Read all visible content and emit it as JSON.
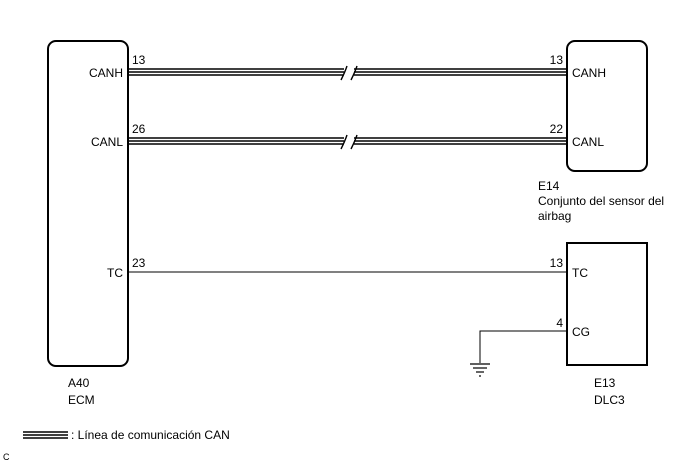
{
  "ecm": {
    "id": "A40",
    "name": "ECM"
  },
  "airbag": {
    "id": "E14",
    "name_line1": "Conjunto del sensor del",
    "name_line2": "airbag"
  },
  "dlc": {
    "id": "E13",
    "name": "DLC3"
  },
  "wires": {
    "canh": {
      "ecm_pin": "13",
      "ecm_label": "CANH",
      "airbag_pin": "13",
      "airbag_label": "CANH"
    },
    "canl": {
      "ecm_pin": "26",
      "ecm_label": "CANL",
      "airbag_pin": "22",
      "airbag_label": "CANL"
    },
    "tc": {
      "ecm_pin": "23",
      "ecm_label": "TC",
      "dlc_pin": "13",
      "dlc_label": "TC"
    },
    "cg": {
      "dlc_pin": "4",
      "dlc_label": "CG"
    }
  },
  "legend": {
    "text": ": Línea de comunicación CAN"
  },
  "corner_code": "C"
}
